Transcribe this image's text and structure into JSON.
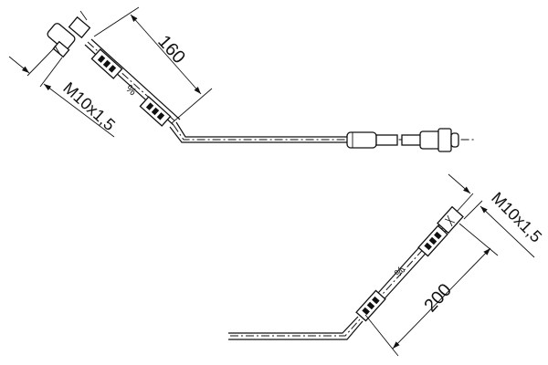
{
  "diagram": {
    "type": "technical-drawing",
    "subject": "brake hose assemblies",
    "colors": {
      "line": "#111111",
      "background": "#ffffff"
    },
    "top_hose": {
      "length_label": "160",
      "thread_label": "M10x1,5"
    },
    "bottom_hose": {
      "length_label": "200",
      "thread_label": "M10x1,5"
    }
  }
}
